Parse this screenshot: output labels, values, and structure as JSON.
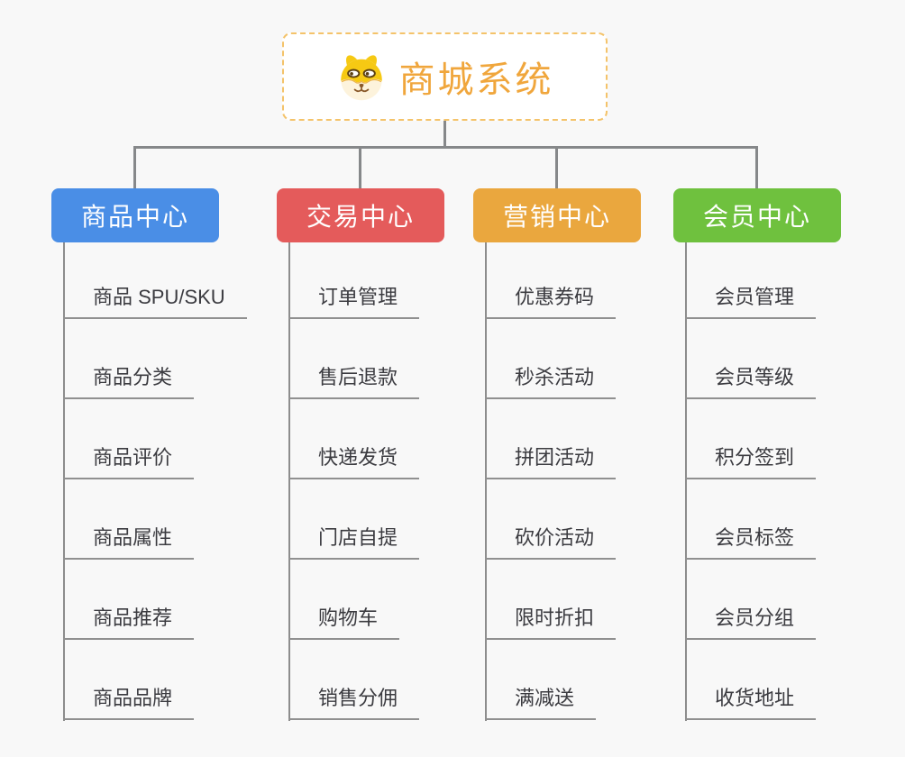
{
  "root": {
    "title": "商城系统",
    "icon": "doge-icon"
  },
  "branches": [
    {
      "label": "商品中心",
      "color": "#4a8ee6",
      "children": [
        "商品 SPU/SKU",
        "商品分类",
        "商品评价",
        "商品属性",
        "商品推荐",
        "商品品牌"
      ]
    },
    {
      "label": "交易中心",
      "color": "#e45b5b",
      "children": [
        "订单管理",
        "售后退款",
        "快递发货",
        "门店自提",
        "购物车",
        "销售分佣"
      ]
    },
    {
      "label": "营销中心",
      "color": "#eaa73e",
      "children": [
        "优惠券码",
        "秒杀活动",
        "拼团活动",
        "砍价活动",
        "限时折扣",
        "满减送"
      ]
    },
    {
      "label": "会员中心",
      "color": "#6fc13e",
      "children": [
        "会员管理",
        "会员等级",
        "积分签到",
        "会员标签",
        "会员分组",
        "收货地址"
      ]
    }
  ],
  "colors": {
    "root_text": "#f0a63c",
    "root_border": "#f4c36a",
    "connector": "#86888a",
    "underline": "#909090",
    "child_text": "#3b3b40",
    "background": "#f8f8f8"
  }
}
